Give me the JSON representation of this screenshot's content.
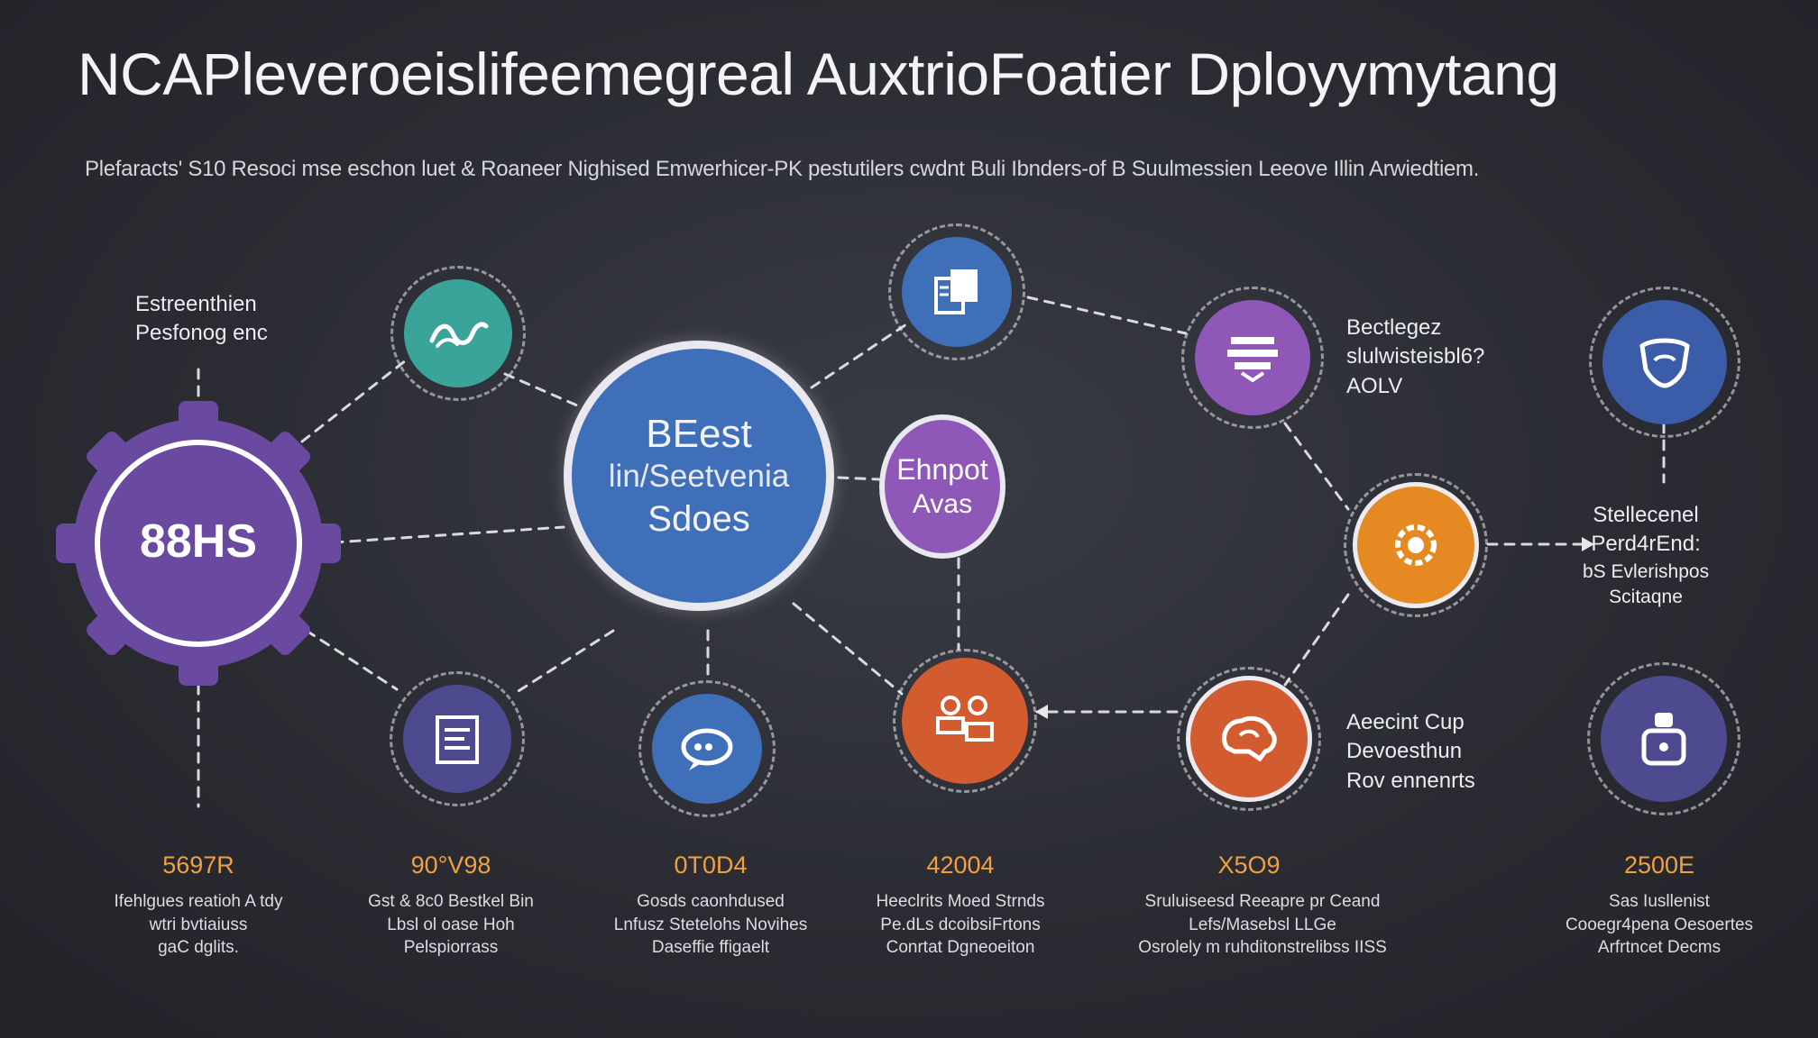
{
  "header": {
    "title": "NCAPleveroeislifeemegreal AuxtrioFoatier Dployymytang",
    "subtitle": "Plefaracts' S10 Resoci mse eschon luet & Roaneer Nighised Emwerhicer-PK pestutilers cwdnt Buli Ibnders-of B Suulmessien Leeove Illin Arwiedtiem."
  },
  "hub": {
    "value": "88HS"
  },
  "hub_label": [
    "Estreenthien",
    "Pesfonog enc"
  ],
  "center_node": {
    "lines": [
      "BEest",
      "lin/Seetvenia",
      "Sdoes"
    ]
  },
  "mid_node": {
    "lines": [
      "Ehnpot",
      "Avas"
    ]
  },
  "label_top_right": [
    "Bectlegez",
    "slulwisteisbl6?",
    "AOLV"
  ],
  "label_right_mid": [
    "Stellecenel",
    "Perd4rEnd:",
    "bS Evlerishpos",
    "Scitaqne"
  ],
  "label_bottom_right": [
    "Aeecint Cup",
    "Devoesthun",
    "Rov ennenrts"
  ],
  "stats": [
    {
      "value": "5697R",
      "desc": [
        "Ifehlgues reatioh A tdy",
        "wtri bvtiaiuss",
        "gaC dglits."
      ]
    },
    {
      "value": "90°V98",
      "desc": [
        "Gst & 8c0 Bestkel Bin",
        "Lbsl ol oase Hoh",
        "Pelspiorrass"
      ]
    },
    {
      "value": "0T0D4",
      "desc": [
        "Gosds caonhdused",
        "Lnfusz Stetelohs Novihes",
        "Daseffie ffigaelt"
      ]
    },
    {
      "value": "42004",
      "desc": [
        "Heeclrits Moed Strnds",
        "Pe.dLs dcoibsiFrtons",
        "Conrtat Dgneoeiton"
      ]
    },
    {
      "value": "X5O9",
      "desc": [
        "Sruluiseesd Reeapre pr Ceand",
        "Lefs/Masebsl LLGe",
        "Osrolely m ruhditonstrelibss IISS"
      ]
    },
    {
      "value": "2500E",
      "desc": [
        "Sas Iusllenist",
        "Cooegr4pena Oesoertes",
        "Arfrtncet Decms"
      ]
    }
  ],
  "colors": {
    "purple": "#6a4aa0",
    "teal": "#3aa39a",
    "blue": "#3f6fb8",
    "violet": "#8e57b8",
    "orange": "#e58a22",
    "red_orange": "#d35b30",
    "navy": "#3b5ca8",
    "indigo": "#4d4a90",
    "stat_orange": "#f0a040"
  },
  "icons": {
    "teal": "wave-icon",
    "blue_top": "document-icon",
    "violet_top": "stack-icon",
    "navy_right": "shield-icon",
    "orange_right": "gear-icon",
    "indigo_bottom_left": "clipboard-icon",
    "blue_bottom": "chat-icon",
    "red_bottom": "people-icon",
    "orange_bottom": "brain-icon",
    "indigo_bottom_right": "lock-icon"
  }
}
